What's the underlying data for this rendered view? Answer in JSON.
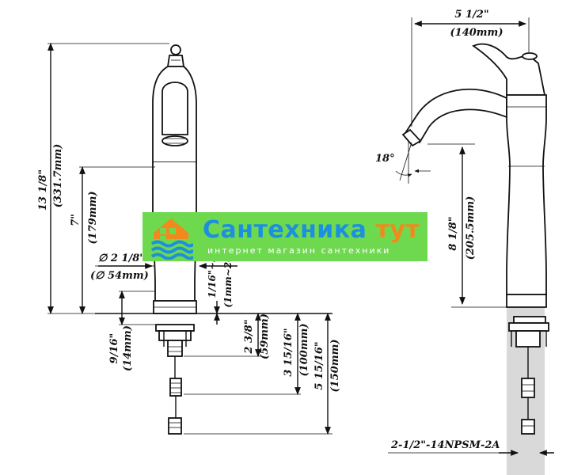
{
  "dimensions": {
    "overall_height_in": "13 1/8\"",
    "overall_height_mm": "(331.7mm)",
    "spout_height_in": "7\"",
    "spout_height_mm": "(179mm)",
    "base_diameter_in": "∅ 2 1/8\"",
    "base_diameter_mm": "(∅ 54mm)",
    "deck_thickness_in": "1/16\"~3/4\"",
    "deck_thickness_mm": "(1mm~20mm)",
    "shank_top_in": "9/16\"",
    "shank_top_mm": "(14mm)",
    "shank_a_in": "2 3/8\"",
    "shank_a_mm": "(59mm)",
    "shank_b_in": "3 15/16\"",
    "shank_b_mm": "(100mm)",
    "shank_c_in": "5 15/16\"",
    "shank_c_mm": "(150mm)",
    "reach_in": "5 1/2\"",
    "reach_mm": "(140mm)",
    "spout_angle": "18°",
    "body_height_in": "8 1/8\"",
    "body_height_mm": "(205.5mm)",
    "thread_spec": "2-1/2\"-14NPSM-2A"
  },
  "watermark": {
    "brand_main": "Сантехника",
    "brand_accent": "тут",
    "tagline": "интернет магазин сантехники",
    "banner_color": "#6ed94f",
    "brand_color": "#1d8fe0",
    "accent_color": "#f08a1c"
  }
}
